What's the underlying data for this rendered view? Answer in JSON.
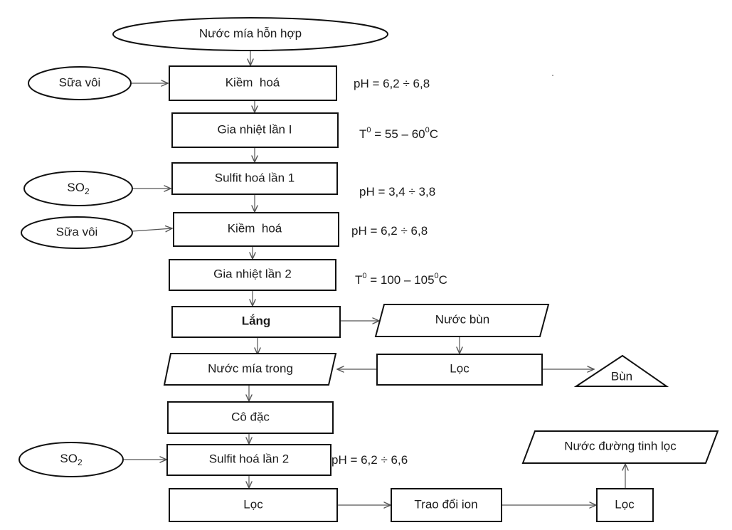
{
  "nodes": {
    "start": "Nước mía hỗn hợp",
    "sua_voi_1": "Sữa vôi",
    "kiem_hoa_1": "Kiềm  hoá",
    "gia_nhiet_1": "Gia nhiệt lần I",
    "so2_1_base": "SO",
    "so2_1_sub": "2",
    "sulfit_1": "Sulfit hoá lần 1",
    "sua_voi_2": "Sữa vôi",
    "kiem_hoa_2": "Kiềm  hoá",
    "gia_nhiet_2": "Gia nhiệt lần 2",
    "lang": "Lắng",
    "nuoc_bun": "Nước bùn",
    "nuoc_mia_trong": "Nước mía trong",
    "loc_1": "Lọc",
    "bun": "Bùn",
    "co_dac": "Cô đặc",
    "so2_2_base": "SO",
    "so2_2_sub": "2",
    "sulfit_2": "Sulfit hoá lần 2",
    "loc_2": "Lọc",
    "trao_doi_ion": "Trao đổi ion",
    "loc_3": "Lọc",
    "nuoc_duong": "Nước đường tinh lọc"
  },
  "annotations": {
    "ph_1": "pH = 6,2 ÷ 6,8",
    "t_1_a": "T",
    "t_1_sup1": "0",
    "t_1_b": " = 55 – 60",
    "t_1_sup2": "0",
    "t_1_c": "C",
    "ph_2": "pH = 3,4 ÷ 3,8",
    "ph_3": "pH = 6,2 ÷ 6,8",
    "t_2_a": "T",
    "t_2_sup1": "0",
    "t_2_b": " = 100 – 105",
    "t_2_sup2": "0",
    "t_2_c": "C",
    "ph_4": "pH = 6,2 ÷ 6,6"
  }
}
